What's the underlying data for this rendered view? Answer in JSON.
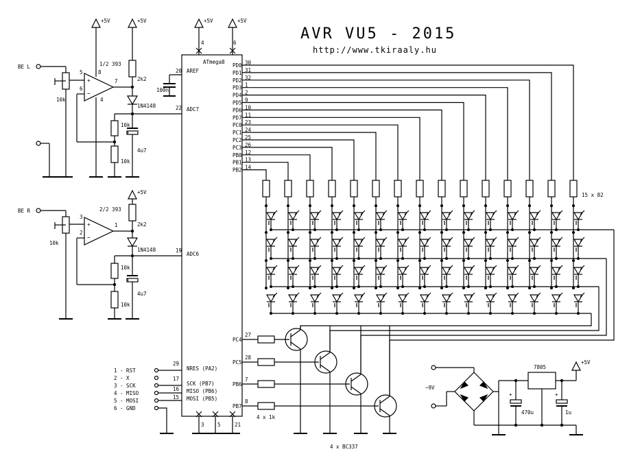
{
  "title": "AVR VU5 - 2015",
  "url": "http://www.tkiraaly.hu",
  "supply_label": "+5V",
  "mcu": {
    "name": "ATmega8",
    "top_pins": [
      "4",
      "6"
    ],
    "bottom_pins": [
      "3",
      "5",
      "21"
    ]
  },
  "left_pins": [
    {
      "num": "20",
      "name": "AREF"
    },
    {
      "num": "22",
      "name": "ADC7"
    },
    {
      "num": "19",
      "name": "ADC6"
    },
    {
      "num": "29",
      "name": "NRES (PA2)"
    },
    {
      "num": "17",
      "name": "SCK (PB7)"
    },
    {
      "num": "16",
      "name": "MISO (PB6)"
    },
    {
      "num": "15",
      "name": "MOSI (PB5)"
    }
  ],
  "right_pins": [
    {
      "name": "PD0",
      "num": "30"
    },
    {
      "name": "PD1",
      "num": "31"
    },
    {
      "name": "PD2",
      "num": "32"
    },
    {
      "name": "PD3",
      "num": "1"
    },
    {
      "name": "PD4",
      "num": "2"
    },
    {
      "name": "PD5",
      "num": "9"
    },
    {
      "name": "PD6",
      "num": "10"
    },
    {
      "name": "PD7",
      "num": "11"
    },
    {
      "name": "PC0",
      "num": "23"
    },
    {
      "name": "PC1",
      "num": "24"
    },
    {
      "name": "PC2",
      "num": "25"
    },
    {
      "name": "PC3",
      "num": "26"
    },
    {
      "name": "PB0",
      "num": "12"
    },
    {
      "name": "PB1",
      "num": "13"
    },
    {
      "name": "PB2",
      "num": "14"
    }
  ],
  "transistor_pins": [
    {
      "name": "PC4",
      "num": "27"
    },
    {
      "name": "PC5",
      "num": "28"
    },
    {
      "name": "PB6",
      "num": "7"
    },
    {
      "name": "PB7",
      "num": "8"
    }
  ],
  "isp_header": [
    "1 - RST",
    "2 - X",
    "3 - SCK",
    "4 - MISO",
    "5 - MOSI",
    "6 - GND"
  ],
  "left_channel": {
    "input": "BE L",
    "pot": "10k",
    "opamp": "1/2 393",
    "pin_plus": "5",
    "pin_minus": "6",
    "pin_out": "7",
    "pin_vcc": "8",
    "pin_gnd": "4",
    "pullup": "2k2",
    "diode": "1N4148",
    "r1": "10k",
    "r2": "10k",
    "cap": "4u7"
  },
  "right_channel": {
    "input": "BE R",
    "pot": "10k",
    "opamp": "2/2 393",
    "pin_plus": "3",
    "pin_minus": "2",
    "pin_out": "1",
    "pullup": "2k2",
    "diode": "1N4148",
    "r1": "10k",
    "r2": "10k",
    "cap": "4u7"
  },
  "aref_cap": "100n",
  "plus_sign": "+",
  "led_resistors": "15 x 82",
  "base_resistors": "4 x 1k",
  "transistors": "4 x BC337",
  "psu": {
    "input": "~9V",
    "regulator": "7805",
    "cap_in": "470u",
    "cap_out": "1u",
    "output": "+5V"
  }
}
